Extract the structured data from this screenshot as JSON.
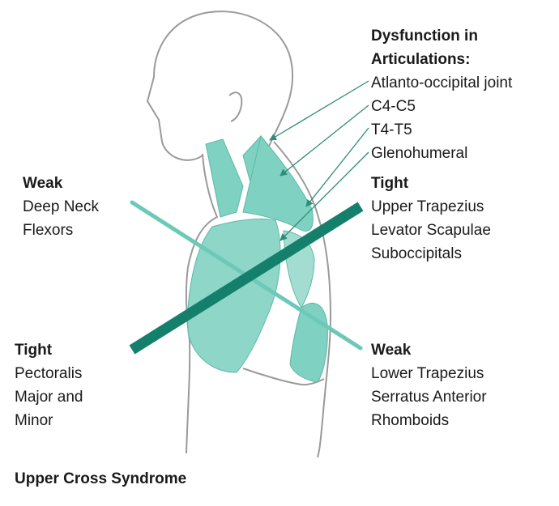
{
  "colors": {
    "muscle": "#7fd1c2",
    "muscle_line": "#5fb8a8",
    "thick_line": "#14806c",
    "thin_line": "#6cc9b8",
    "pointer": "#2e8c79",
    "outline": "#9a9a9a"
  },
  "labels": {
    "dysfunction": {
      "heading": "Dysfunction in Articulations:",
      "heading_line1": "Dysfunction in",
      "heading_line2": "Articulations:",
      "items": [
        "Atlanto-occipital joint",
        "C4-C5",
        "T4-T5",
        "Glenohumeral"
      ]
    },
    "weak_front": {
      "heading": "Weak",
      "items": [
        "Deep Neck",
        "Flexors"
      ]
    },
    "tight_back": {
      "heading": "Tight",
      "items": [
        "Upper Trapezius",
        "Levator Scapulae",
        "Suboccipitals"
      ]
    },
    "tight_front": {
      "heading": "Tight",
      "items": [
        "Pectoralis",
        "Major and",
        "Minor"
      ]
    },
    "weak_back": {
      "heading": "Weak",
      "items": [
        "Lower Trapezius",
        "Serratus Anterior",
        "Rhomboids"
      ]
    }
  },
  "caption": "Upper Cross Syndrome"
}
